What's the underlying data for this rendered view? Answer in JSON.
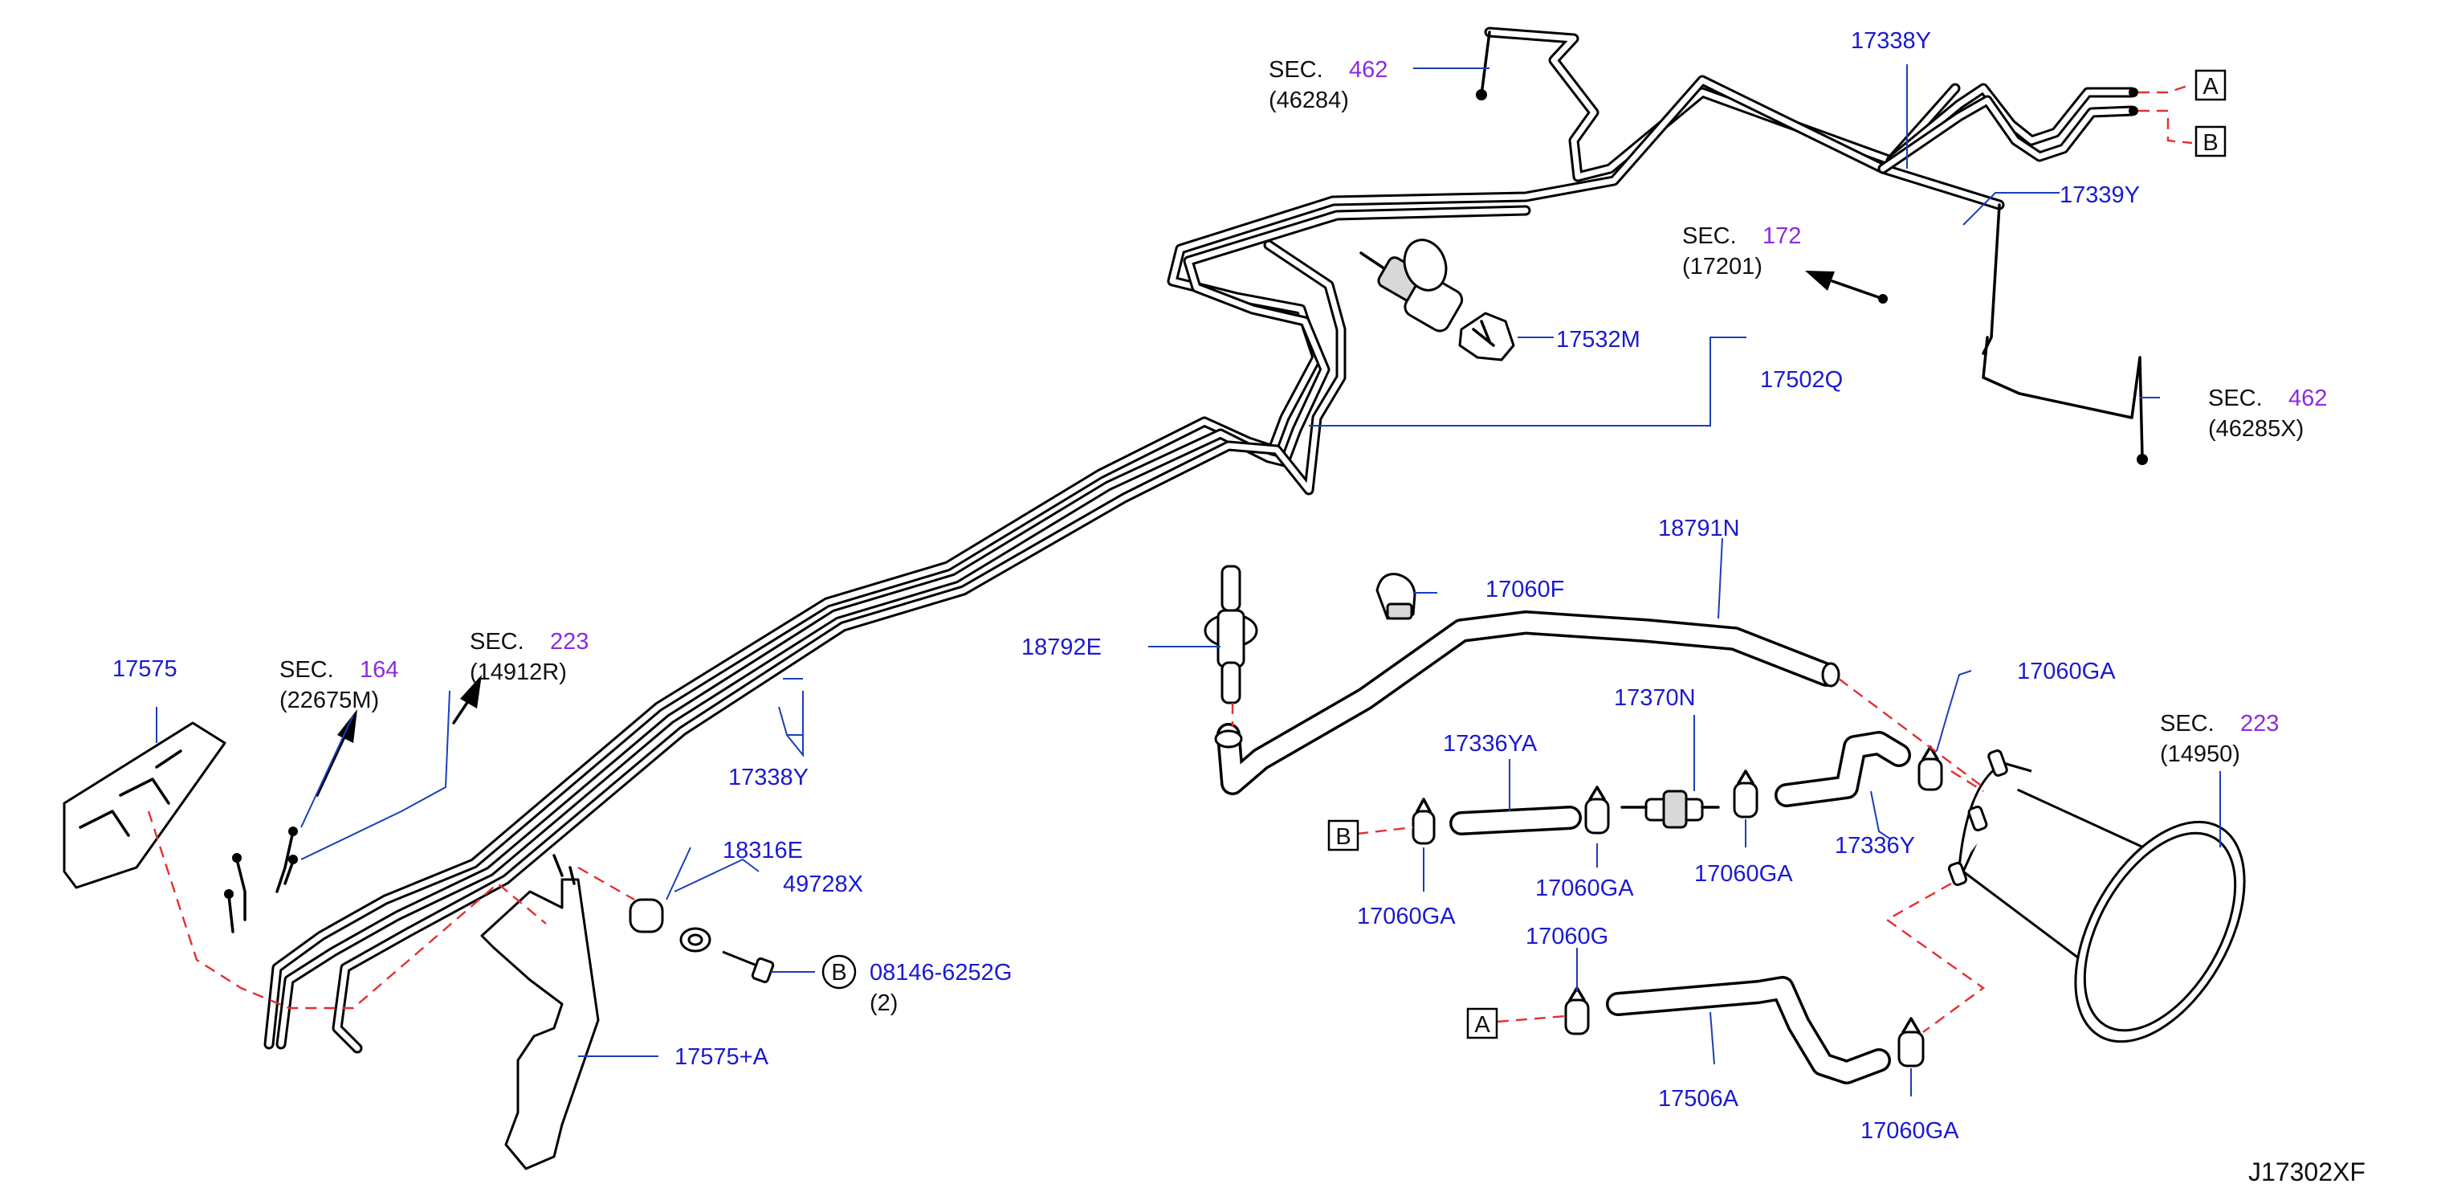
{
  "diagram_id": "J17302XF",
  "colors": {
    "part_number": "#1a1ad0",
    "section_number": "#8a2be2",
    "leader": "#1a3fb8",
    "dashed_link": "#e23030"
  },
  "sections": [
    {
      "id": "sec-462-top",
      "word": "SEC.",
      "number": "462",
      "ref": "(46284)"
    },
    {
      "id": "sec-172",
      "word": "SEC.",
      "number": "172",
      "ref": "(17201)"
    },
    {
      "id": "sec-462-right",
      "word": "SEC.",
      "number": "462",
      "ref": "(46285X)"
    },
    {
      "id": "sec-164",
      "word": "SEC.",
      "number": "164",
      "ref": "(22675M)"
    },
    {
      "id": "sec-223-left",
      "word": "SEC.",
      "number": "223",
      "ref": "(14912R)"
    },
    {
      "id": "sec-223-right",
      "word": "SEC.",
      "number": "223",
      "ref": "(14950)"
    }
  ],
  "parts": {
    "p17338y_top": "17338Y",
    "p17339y": "17339Y",
    "p17532m": "17532M",
    "p17502q": "17502Q",
    "p18791n": "18791N",
    "p17060f": "17060F",
    "p18792e": "18792E",
    "p17060ga_right": "17060GA",
    "p17370n": "17370N",
    "p17336ya": "17336YA",
    "p17336y": "17336Y",
    "p17060ga_b": "17060GA",
    "p17060ga_mid": "17060GA",
    "p17060ga_mid2": "17060GA",
    "p17060g": "17060G",
    "p17506a": "17506A",
    "p17060ga_bottom": "17060GA",
    "p17575": "17575",
    "p17338y_mid": "17338Y",
    "p18316e": "18316E",
    "p49728x": "49728X",
    "p08146": "08146-6252G",
    "p08146_qty": "(2)",
    "p17575a": "17575+A"
  },
  "markers": {
    "a": "A",
    "b": "B",
    "bolt_b": "B"
  }
}
